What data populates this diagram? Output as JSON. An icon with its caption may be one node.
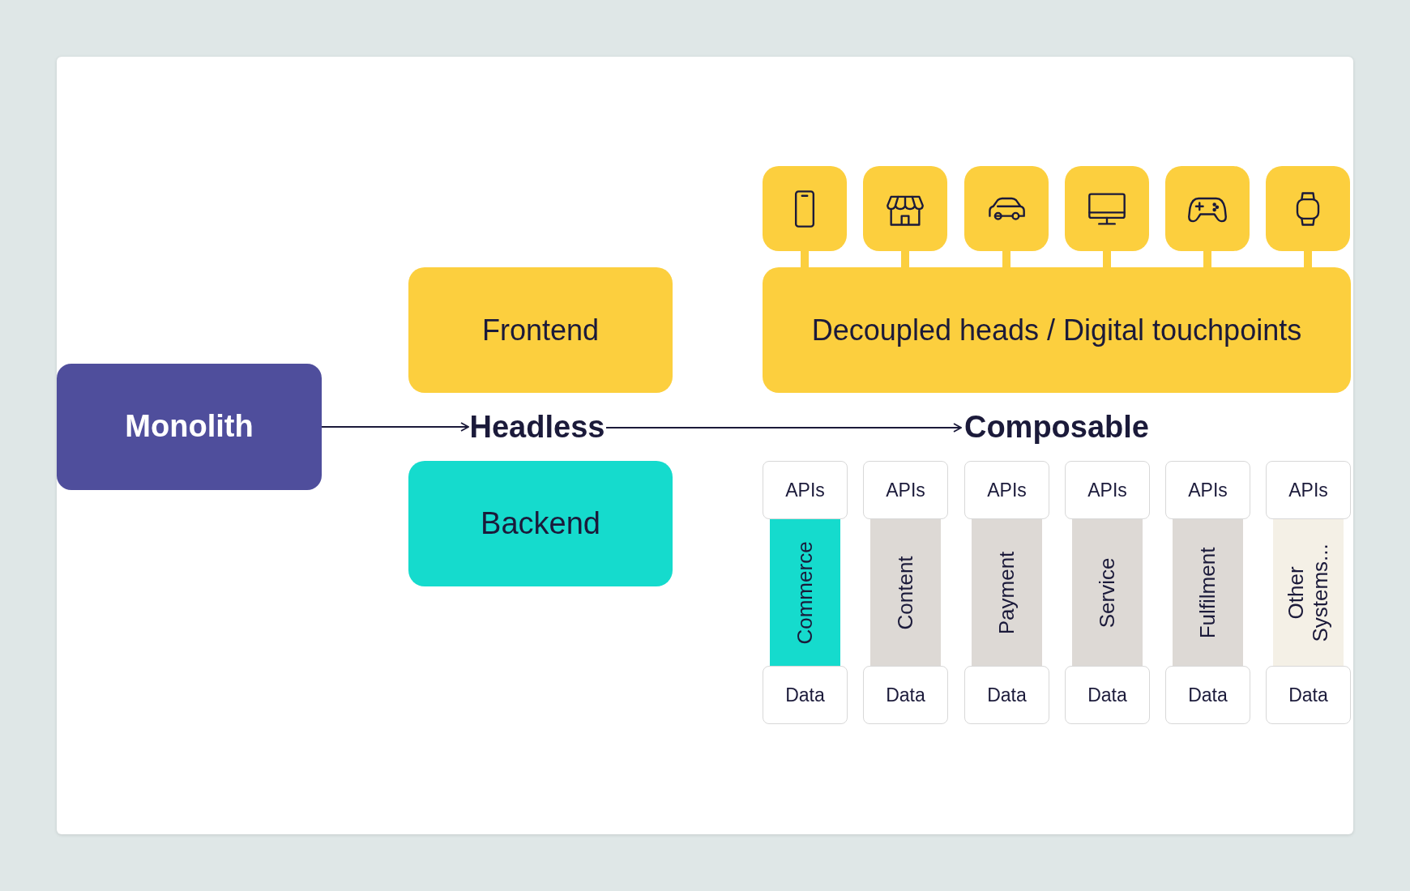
{
  "diagram": {
    "nodes": [
      {
        "text": [
          "Monolith"
        ]
      },
      {
        "text": [
          "Frontend"
        ]
      },
      {
        "text": [
          "Headless"
        ]
      },
      {
        "text": [
          "Backend"
        ]
      },
      {
        "text": [],
        "shape": "box"
      },
      {
        "text": [],
        "shape": "box"
      },
      {
        "text": [],
        "shape": "box"
      },
      {
        "text": [],
        "shape": "box"
      },
      {
        "text": [],
        "shape": "box"
      },
      {
        "text": [],
        "shape": "box"
      },
      {
        "text": [
          "Decoupled heads / Digital touchpoints"
        ]
      },
      {
        "text": [
          "Composable"
        ]
      },
      {
        "text": [
          "APIs"
        ]
      },
      {
        "text": [
          "Commerce"
        ]
      },
      {
        "text": [
          "Data"
        ]
      },
      {
        "text": [
          "APIs"
        ]
      },
      {
        "text": [
          "Content"
        ]
      },
      {
        "text": [
          "Data"
        ]
      },
      {
        "text": [
          "APIs"
        ]
      },
      {
        "text": [
          "Payment"
        ]
      },
      {
        "text": [
          "Data"
        ]
      },
      {
        "text": [
          "APIs"
        ]
      },
      {
        "text": [
          "Service"
        ]
      },
      {
        "text": [
          "Data"
        ]
      },
      {
        "text": [
          "APIs"
        ]
      },
      {
        "text": [
          "Fulfilment"
        ]
      },
      {
        "text": [
          "Data"
        ]
      },
      {
        "text": [
          "APIs"
        ]
      },
      {
        "text": [
          "Other Systems..."
        ]
      },
      {
        "text": [
          "Data"
        ]
      }
    ],
    "edges": [
      {
        "from": 0,
        "to": 2,
        "arrow": "to",
        "color": "#1b1a3a"
      },
      {
        "from": 2,
        "to": 11,
        "arrow": "to",
        "color": "#1b1a3a"
      },
      {
        "from": 4,
        "to": 10,
        "arrow": "none"
      },
      {
        "from": 5,
        "to": 10,
        "arrow": "none"
      },
      {
        "from": 6,
        "to": 10,
        "arrow": "none"
      },
      {
        "from": 7,
        "to": 10,
        "arrow": "none"
      },
      {
        "from": 8,
        "to": 10,
        "arrow": "none"
      },
      {
        "from": 9,
        "to": 10,
        "arrow": "none"
      }
    ]
  }
}
